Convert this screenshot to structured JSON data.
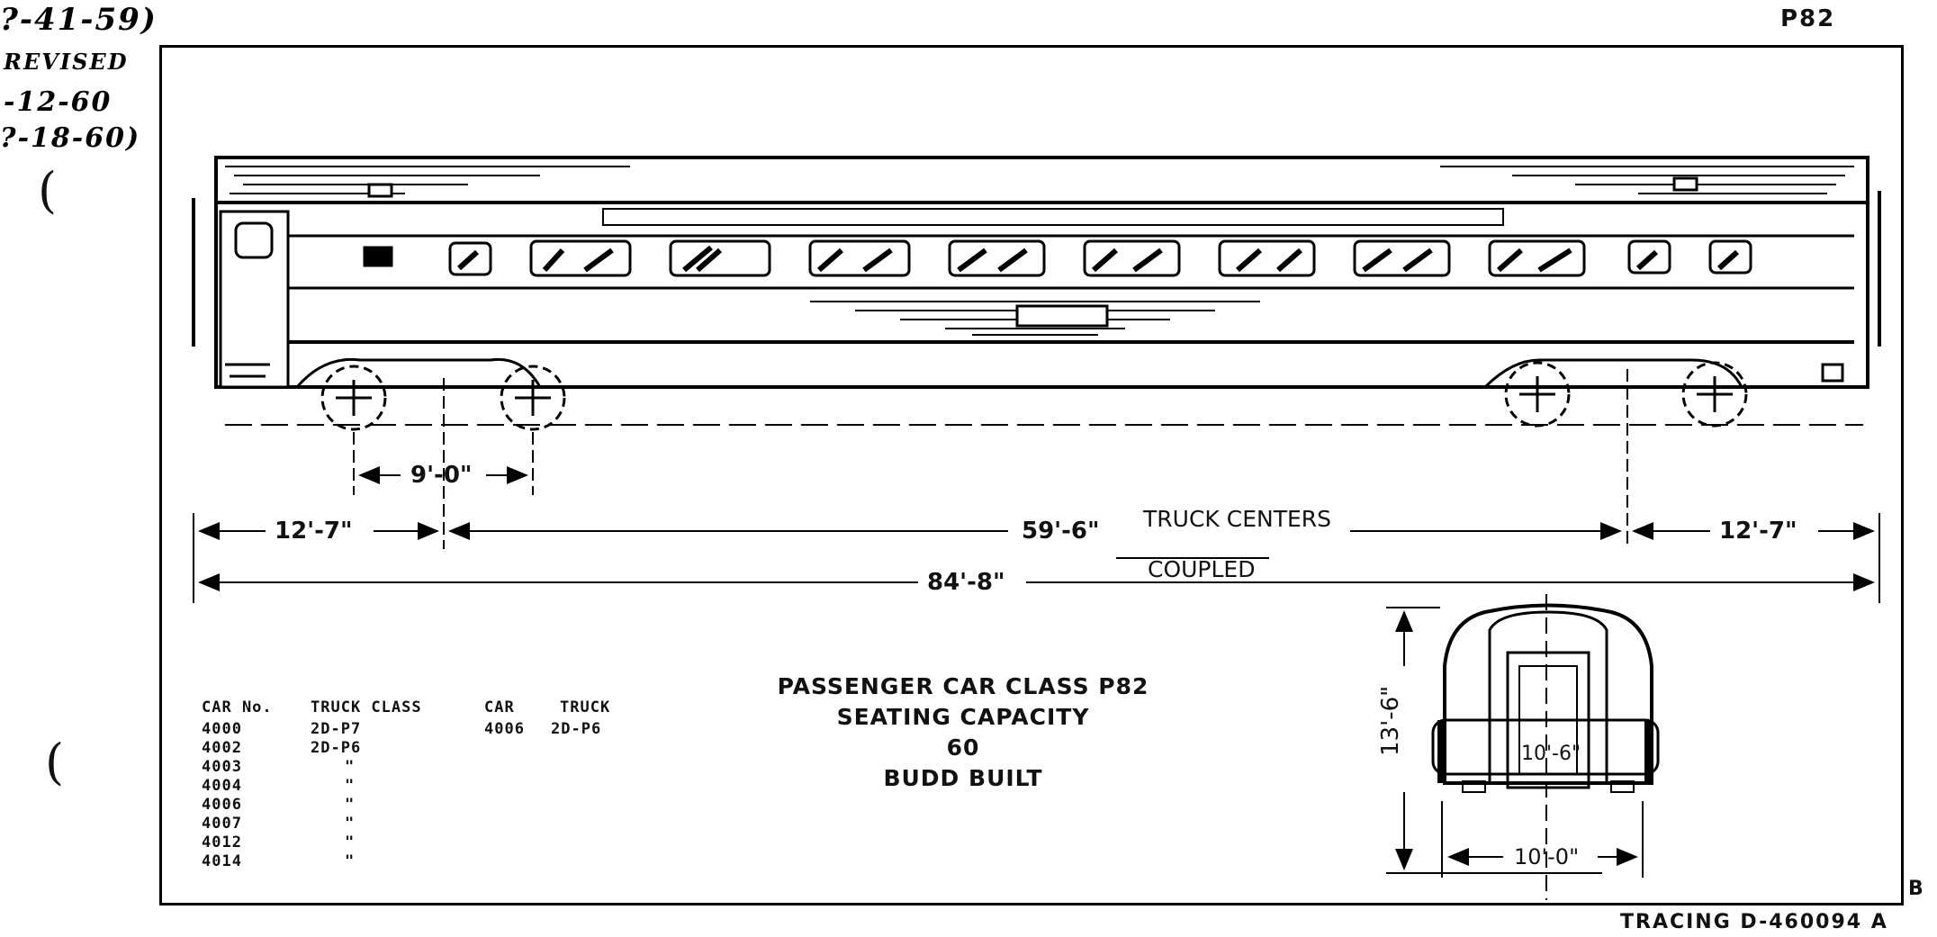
{
  "notes": {
    "line1": "?-41-59)",
    "line2": "REVISED",
    "line3": "-12-60",
    "line4": "?-18-60)"
  },
  "sheet_code": "P82",
  "tracing": "TRACING D-460094 A",
  "edge_mark": "B",
  "dimensions": {
    "truck_wheelbase": "9'-0\"",
    "end_left": "12'-7\"",
    "truck_centers_value": "59'-6\"",
    "truck_centers_label": "TRUCK CENTERS",
    "end_right": "12'-7\"",
    "coupled_value": "84'-8\"",
    "coupled_label": "COUPLED",
    "end_height": "13'-6\"",
    "end_width": "10'-0\"",
    "end_inner": "10'-6\""
  },
  "title_block": {
    "line1": "PASSENGER CAR CLASS P82",
    "line2": "SEATING CAPACITY",
    "line3": "60",
    "line4": "BUDD BUILT"
  },
  "car_table": {
    "header_car_no": "CAR No.",
    "header_truck_class": "TRUCK CLASS",
    "header_car": "CAR",
    "header_truck": "TRUCK",
    "car_numbers": [
      "4000",
      "4002",
      "4003",
      "4004",
      "4006",
      "4007",
      "4012",
      "4014"
    ],
    "truck_classes": [
      "2D-P7",
      "2D-P6",
      "\"",
      "\"",
      "\"",
      "\"",
      "\"",
      "\""
    ],
    "extra_car": "4006",
    "extra_truck": "2D-P6"
  }
}
